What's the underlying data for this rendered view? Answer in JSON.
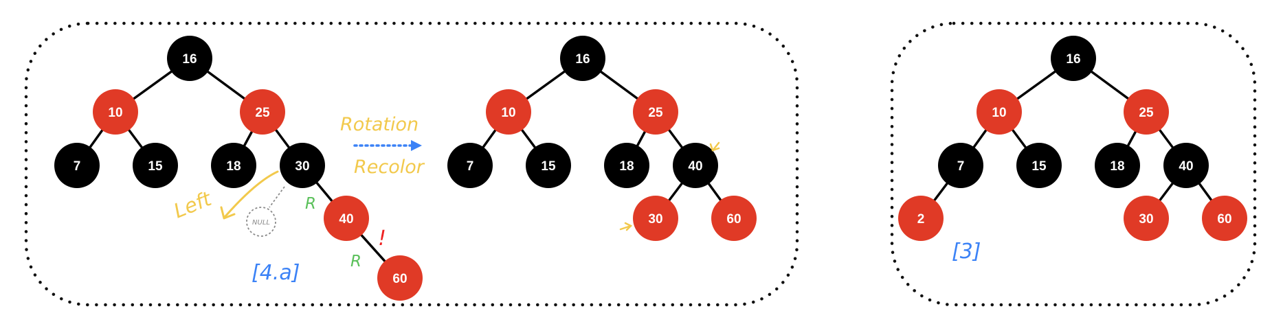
{
  "colors": {
    "red": "#e03a26",
    "black": "#000000",
    "edge": "#000000",
    "frame": "#111111",
    "annotation_yellow": "#f2c94c",
    "annotation_blue": "#3b82f6",
    "annotation_green": "#5ac05a",
    "annotation_red": "#ee2222",
    "null_gray": "#8a8a8a"
  },
  "trees": [
    {
      "id": "before",
      "nodes": [
        {
          "label": "16",
          "color": "black"
        },
        {
          "label": "10",
          "color": "red"
        },
        {
          "label": "25",
          "color": "red"
        },
        {
          "label": "7",
          "color": "black"
        },
        {
          "label": "15",
          "color": "black"
        },
        {
          "label": "18",
          "color": "black"
        },
        {
          "label": "30",
          "color": "black"
        },
        {
          "label": "40",
          "color": "red"
        },
        {
          "label": "60",
          "color": "red"
        }
      ],
      "edges": [
        [
          "16",
          "10"
        ],
        [
          "16",
          "25"
        ],
        [
          "10",
          "7"
        ],
        [
          "10",
          "15"
        ],
        [
          "25",
          "18"
        ],
        [
          "25",
          "30"
        ],
        [
          "30",
          "40"
        ],
        [
          "40",
          "60"
        ]
      ]
    },
    {
      "id": "after",
      "nodes": [
        {
          "label": "16",
          "color": "black"
        },
        {
          "label": "10",
          "color": "red"
        },
        {
          "label": "25",
          "color": "red"
        },
        {
          "label": "7",
          "color": "black"
        },
        {
          "label": "15",
          "color": "black"
        },
        {
          "label": "18",
          "color": "black"
        },
        {
          "label": "40",
          "color": "black"
        },
        {
          "label": "30",
          "color": "red"
        },
        {
          "label": "60",
          "color": "red"
        }
      ],
      "edges": [
        [
          "16",
          "10"
        ],
        [
          "16",
          "25"
        ],
        [
          "10",
          "7"
        ],
        [
          "10",
          "15"
        ],
        [
          "25",
          "18"
        ],
        [
          "25",
          "40"
        ],
        [
          "40",
          "30"
        ],
        [
          "40",
          "60"
        ]
      ]
    },
    {
      "id": "next",
      "nodes": [
        {
          "label": "16",
          "color": "black"
        },
        {
          "label": "10",
          "color": "red"
        },
        {
          "label": "25",
          "color": "red"
        },
        {
          "label": "7",
          "color": "black"
        },
        {
          "label": "15",
          "color": "black"
        },
        {
          "label": "2",
          "color": "red"
        },
        {
          "label": "18",
          "color": "black"
        },
        {
          "label": "40",
          "color": "black"
        },
        {
          "label": "30",
          "color": "red"
        },
        {
          "label": "60",
          "color": "red"
        }
      ],
      "edges": [
        [
          "16",
          "10"
        ],
        [
          "16",
          "25"
        ],
        [
          "10",
          "7"
        ],
        [
          "10",
          "15"
        ],
        [
          "7",
          "2"
        ],
        [
          "25",
          "18"
        ],
        [
          "25",
          "40"
        ],
        [
          "40",
          "30"
        ],
        [
          "40",
          "60"
        ]
      ]
    }
  ],
  "annotations": {
    "rotation": "Rotation",
    "recolor": "Recolor",
    "left": "Left",
    "null": "NULL",
    "r_upper": "R",
    "r_lower": "R",
    "exclamation": "!",
    "case_4a": "[4.a]",
    "case_3": "[3]"
  }
}
